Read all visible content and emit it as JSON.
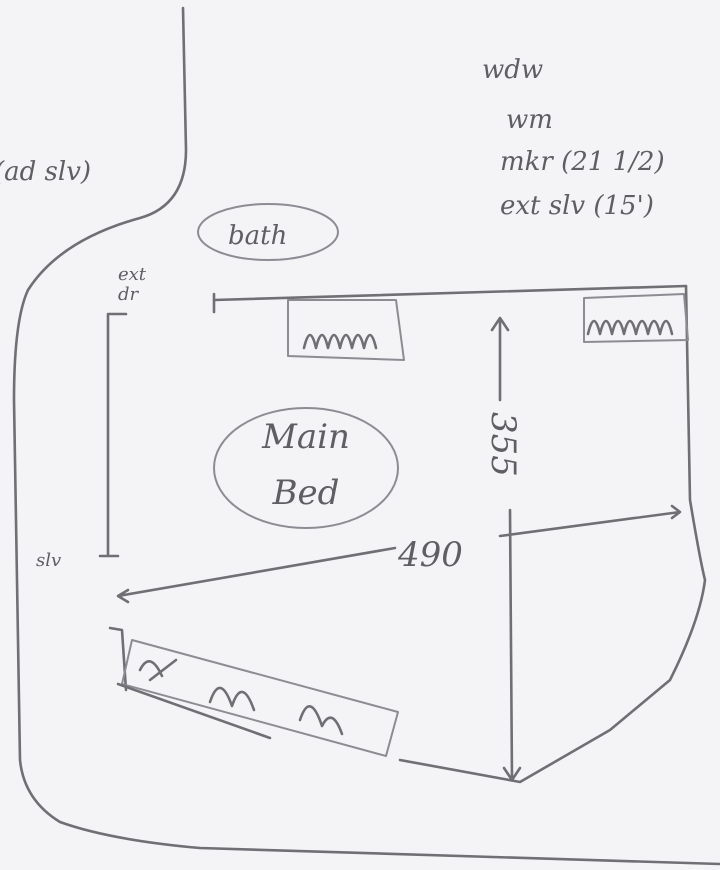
{
  "colors": {
    "paper": "#f4f4f6",
    "pencil": "#6f6f74",
    "pencil_light": "#8c8c92"
  },
  "labels": {
    "top_left_partial": "(ad slv)",
    "bath": "bath",
    "ext_dr": "ext\ndr",
    "slv": "slv",
    "main_bed": "Main\nBed",
    "width_dim": "490",
    "depth_dim": "355"
  },
  "legend": {
    "items": [
      "wdw",
      "wm",
      "mkr (21 1/2)",
      "ext slv (15')"
    ]
  }
}
